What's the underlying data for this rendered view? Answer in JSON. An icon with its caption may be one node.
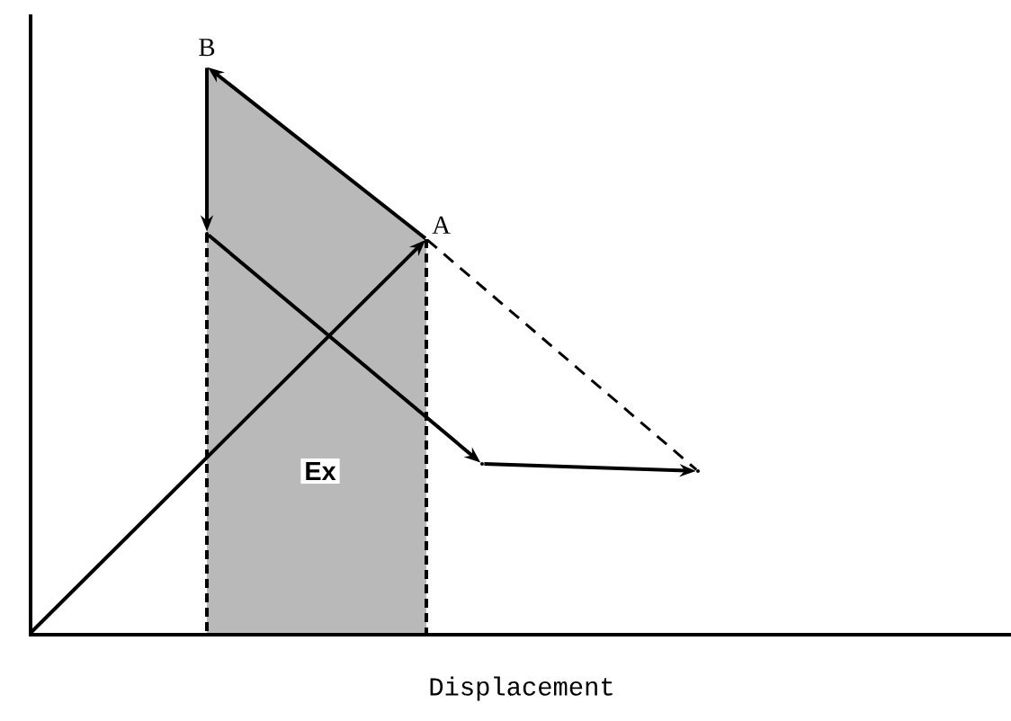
{
  "diagram": {
    "nodes": [
      {
        "text": [
          "A"
        ]
      },
      {
        "text": [
          "B"
        ]
      },
      {
        "text": [],
        "shape": "point"
      },
      {
        "text": [],
        "shape": "point"
      },
      {
        "text": [],
        "shape": "point"
      }
    ],
    "edges": [
      {
        "from": null,
        "to": 0,
        "arrow": "to"
      },
      {
        "from": 0,
        "to": 1,
        "arrow": "to"
      },
      {
        "from": 1,
        "to": 2,
        "arrow": "to"
      },
      {
        "from": 2,
        "to": 3,
        "arrow": "to"
      },
      {
        "from": 3,
        "to": 4,
        "arrow": "to"
      },
      {
        "from": 0,
        "to": 4,
        "arrow": "none",
        "style": "dashed"
      }
    ],
    "labels": [
      "Ex",
      "Displacement"
    ]
  }
}
